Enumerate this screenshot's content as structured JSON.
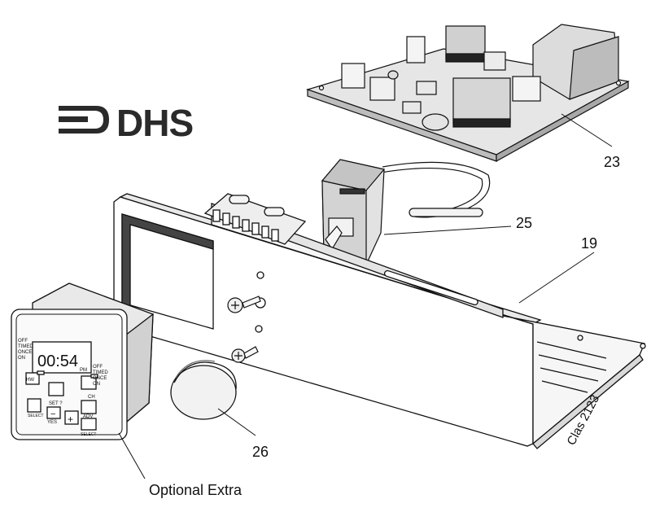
{
  "logo": {
    "text": "DHS"
  },
  "callouts": [
    {
      "id": "23",
      "label": "23"
    },
    {
      "id": "25",
      "label": "25"
    },
    {
      "id": "19",
      "label": "19"
    },
    {
      "id": "26",
      "label": "26"
    }
  ],
  "optional_label": "Optional Extra",
  "drawing_ref": "Clas 2123",
  "timer": {
    "left_modes": [
      "OFF",
      "TIMED",
      "ONCE",
      "ON"
    ],
    "right_modes": [
      "OFF",
      "TIMED",
      "ONCE",
      "ON"
    ],
    "display": "00:54",
    "display_suffix": "PM",
    "hw_label": "HW",
    "ch_label": "CH",
    "set_label": "SET ?",
    "yes_label": "YES",
    "adv_label": "ADV",
    "select_left": "SELECT",
    "select_right": "SELECT",
    "minus": "−",
    "plus": "+"
  }
}
